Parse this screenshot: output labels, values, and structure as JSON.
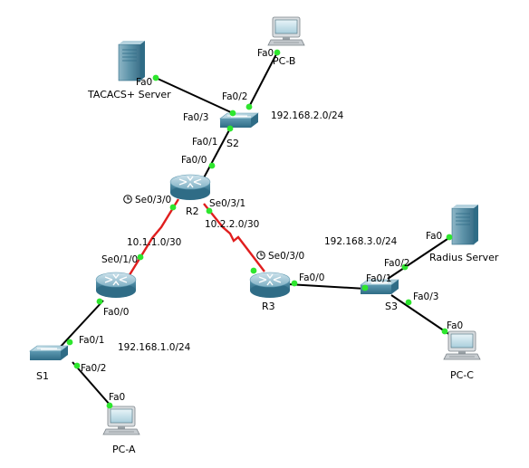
{
  "devices": {
    "tacacs": "TACACS+ Server",
    "pcb": "PC-B",
    "s2": "S2",
    "r2": "R2",
    "r3": "R3",
    "s3": "S3",
    "radius": "Radius Server",
    "pcc": "PC-C",
    "s1": "S1",
    "pca": "PC-A"
  },
  "networks": {
    "lan_s2": "192.168.2.0/24",
    "lan_s3": "192.168.3.0/24",
    "lan_s1": "192.168.1.0/24",
    "wan_r1_r2": "10.1.1.0/30",
    "wan_r2_r3": "10.2.2.0/30"
  },
  "ports": {
    "tacacs_fa0": "Fa0",
    "pcb_fa0": "Fa0",
    "s2_fa02": "Fa0/2",
    "s2_fa03": "Fa0/3",
    "s2_fa01": "Fa0/1",
    "r2_fa00": "Fa0/0",
    "r2_se030": "Se0/3/0",
    "r2_se031": "Se0/3/1",
    "r1_se010": "Se0/1/0",
    "r1_fa00": "Fa0/0",
    "s1_fa01": "Fa0/1",
    "s1_fa02": "Fa0/2",
    "pca_fa0": "Fa0",
    "r3_se030": "Se0/3/0",
    "r3_fa00": "Fa0/0",
    "s3_fa01": "Fa0/1",
    "s3_fa02": "Fa0/2",
    "s3_fa03": "Fa0/3",
    "radius_fa0": "Fa0",
    "pcc_fa0": "Fa0"
  },
  "colors": {
    "ethernet": "#000000",
    "serial": "#e01e1e",
    "port_up": "#2ee62e",
    "device_body": "#4a8aa3"
  }
}
